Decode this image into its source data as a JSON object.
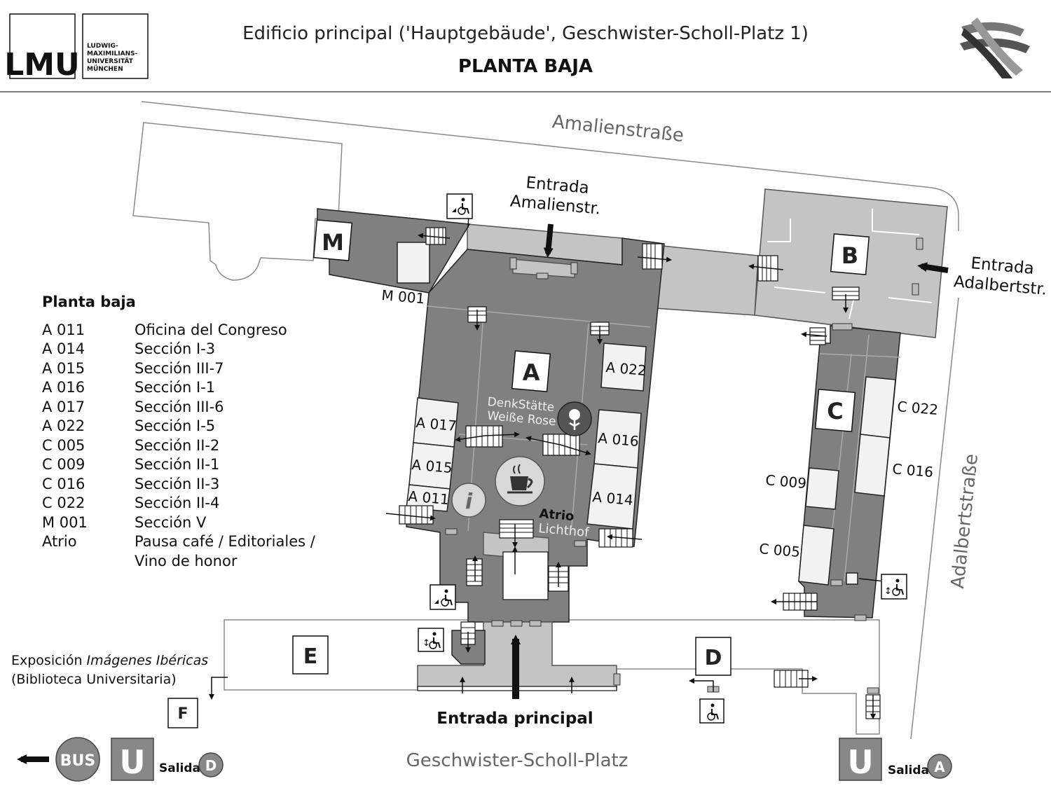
{
  "header": {
    "logo_text": "LMU",
    "logo_sub": "LUDWIG-\nMAXIMILIANS-\nUNIVERSITÄT\nMÜNCHEN",
    "title": "Edificio principal ('Hauptgebäude', Geschwister-Scholl-Platz 1)",
    "subtitle": "PLANTA BAJA"
  },
  "streets": {
    "top": "Amalienstraße",
    "right": "Adalbertstraße",
    "bottom": "Geschwister-Scholl-Platz"
  },
  "entrances": {
    "amalien_1": "Entrada",
    "amalien_2": "Amalienstr.",
    "adalbert_1": "Entrada",
    "adalbert_2": "Adalbertstr.",
    "main": "Entrada principal"
  },
  "sections": {
    "A": "A",
    "B": "B",
    "C": "C",
    "D": "D",
    "E": "E",
    "F": "F",
    "M": "M"
  },
  "rooms": {
    "m001": "M 001",
    "a022": "A 022",
    "a017": "A 017",
    "a016": "A 016",
    "a015": "A 015",
    "a014": "A 014",
    "a011": "A 011",
    "c022": "C 022",
    "c016": "C 016",
    "c009": "C 009",
    "c005": "C 005"
  },
  "labels": {
    "denk_1": "DenkStätte",
    "denk_2": "Weiße Rose",
    "atrio": "Atrio",
    "lichthof": "Lichthof",
    "expo_pre": "Exposición ",
    "expo_italic": "Imágenes Ibéricas",
    "expo_2": "(Biblioteca Universitaria)",
    "info": "i"
  },
  "transit": {
    "bus": "BUS",
    "u": "U",
    "exit": "Salida",
    "exit_d": "D",
    "exit_a": "A"
  },
  "legend": {
    "title": "Planta baja",
    "items": [
      {
        "code": "A 011",
        "desc": "Oficina del Congreso"
      },
      {
        "code": "A 014",
        "desc": "Sección I-3"
      },
      {
        "code": "A 015",
        "desc": "Sección III-7"
      },
      {
        "code": "A 016",
        "desc": "Sección I-1"
      },
      {
        "code": "A 017",
        "desc": "Sección III-6"
      },
      {
        "code": "A 022",
        "desc": "Sección I-5"
      },
      {
        "code": "C 005",
        "desc": "Sección II-2"
      },
      {
        "code": "C 009",
        "desc": "Sección II-1"
      },
      {
        "code": "C 016",
        "desc": "Sección II-3"
      },
      {
        "code": "C 022",
        "desc": "Sección II-4"
      },
      {
        "code": "M 001",
        "desc": "Sección V"
      },
      {
        "code": "Atrio",
        "desc": "Pausa café / Editoriales /"
      },
      {
        "code": "",
        "desc": "Vino de honor"
      }
    ]
  },
  "icons": {
    "wheelchair": "wheelchair-icon",
    "elevator": "elevator-icon",
    "coffee": "coffee-cup-icon",
    "rose": "rose-icon",
    "info": "info-icon",
    "arrow": "arrow-icon",
    "stairs": "stairs-icon"
  }
}
